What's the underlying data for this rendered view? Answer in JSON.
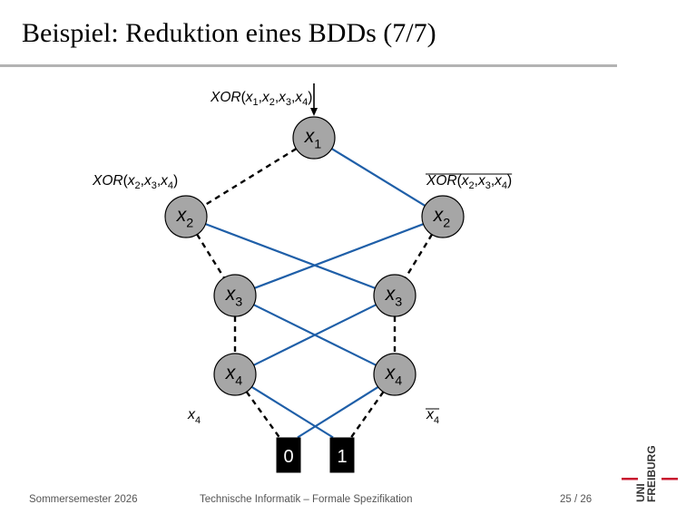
{
  "slide": {
    "title": "Beispiel: Reduktion eines BDDs (7/7)"
  },
  "bdd": {
    "root_label": {
      "fn": "XOR",
      "args": [
        "1",
        "2",
        "3",
        "4"
      ]
    },
    "left_x2_label": {
      "fn": "XOR",
      "args": [
        "2",
        "3",
        "4"
      ]
    },
    "right_x2_label": {
      "fn": "XOR",
      "args": [
        "2",
        "3",
        "4"
      ],
      "negated": true
    },
    "left_x4_label": {
      "var": "x",
      "sub": "4"
    },
    "right_x4_label": {
      "var": "x",
      "sub": "4",
      "negated": true
    },
    "nodes": [
      {
        "id": "n1",
        "var": "x",
        "sub": "1"
      },
      {
        "id": "n2l",
        "var": "x",
        "sub": "2"
      },
      {
        "id": "n2r",
        "var": "x",
        "sub": "2"
      },
      {
        "id": "n3l",
        "var": "x",
        "sub": "3"
      },
      {
        "id": "n3r",
        "var": "x",
        "sub": "3"
      },
      {
        "id": "n4l",
        "var": "x",
        "sub": "4"
      },
      {
        "id": "n4r",
        "var": "x",
        "sub": "4"
      }
    ],
    "terminals": [
      {
        "id": "t0",
        "label": "0"
      },
      {
        "id": "t1",
        "label": "1"
      }
    ],
    "edges": [
      {
        "from": "n1",
        "to": "n2l",
        "type": "low"
      },
      {
        "from": "n1",
        "to": "n2r",
        "type": "high"
      },
      {
        "from": "n2l",
        "to": "n3l",
        "type": "low"
      },
      {
        "from": "n2l",
        "to": "n3r",
        "type": "high"
      },
      {
        "from": "n2r",
        "to": "n3r",
        "type": "low"
      },
      {
        "from": "n2r",
        "to": "n3l",
        "type": "high"
      },
      {
        "from": "n3l",
        "to": "n4l",
        "type": "low"
      },
      {
        "from": "n3l",
        "to": "n4r",
        "type": "high"
      },
      {
        "from": "n3r",
        "to": "n4r",
        "type": "low"
      },
      {
        "from": "n3r",
        "to": "n4l",
        "type": "high"
      },
      {
        "from": "n4l",
        "to": "t0",
        "type": "low"
      },
      {
        "from": "n4l",
        "to": "t1",
        "type": "high"
      },
      {
        "from": "n4r",
        "to": "t1",
        "type": "low"
      },
      {
        "from": "n4r",
        "to": "t0",
        "type": "high"
      }
    ],
    "colors": {
      "node_fill": "#a6a6a6",
      "high_edge": "#1f5fa8",
      "low_edge": "#000000",
      "terminal_fill": "#000000",
      "terminal_text": "#ffffff"
    }
  },
  "footer": {
    "left": "Sommersemester 2026",
    "center": "Technische Informatik – Formale Spezifikation",
    "page": "25 / 26"
  },
  "logo": {
    "line1": "UNI",
    "line2": "FREIBURG",
    "accent_color": "#c8102e"
  }
}
